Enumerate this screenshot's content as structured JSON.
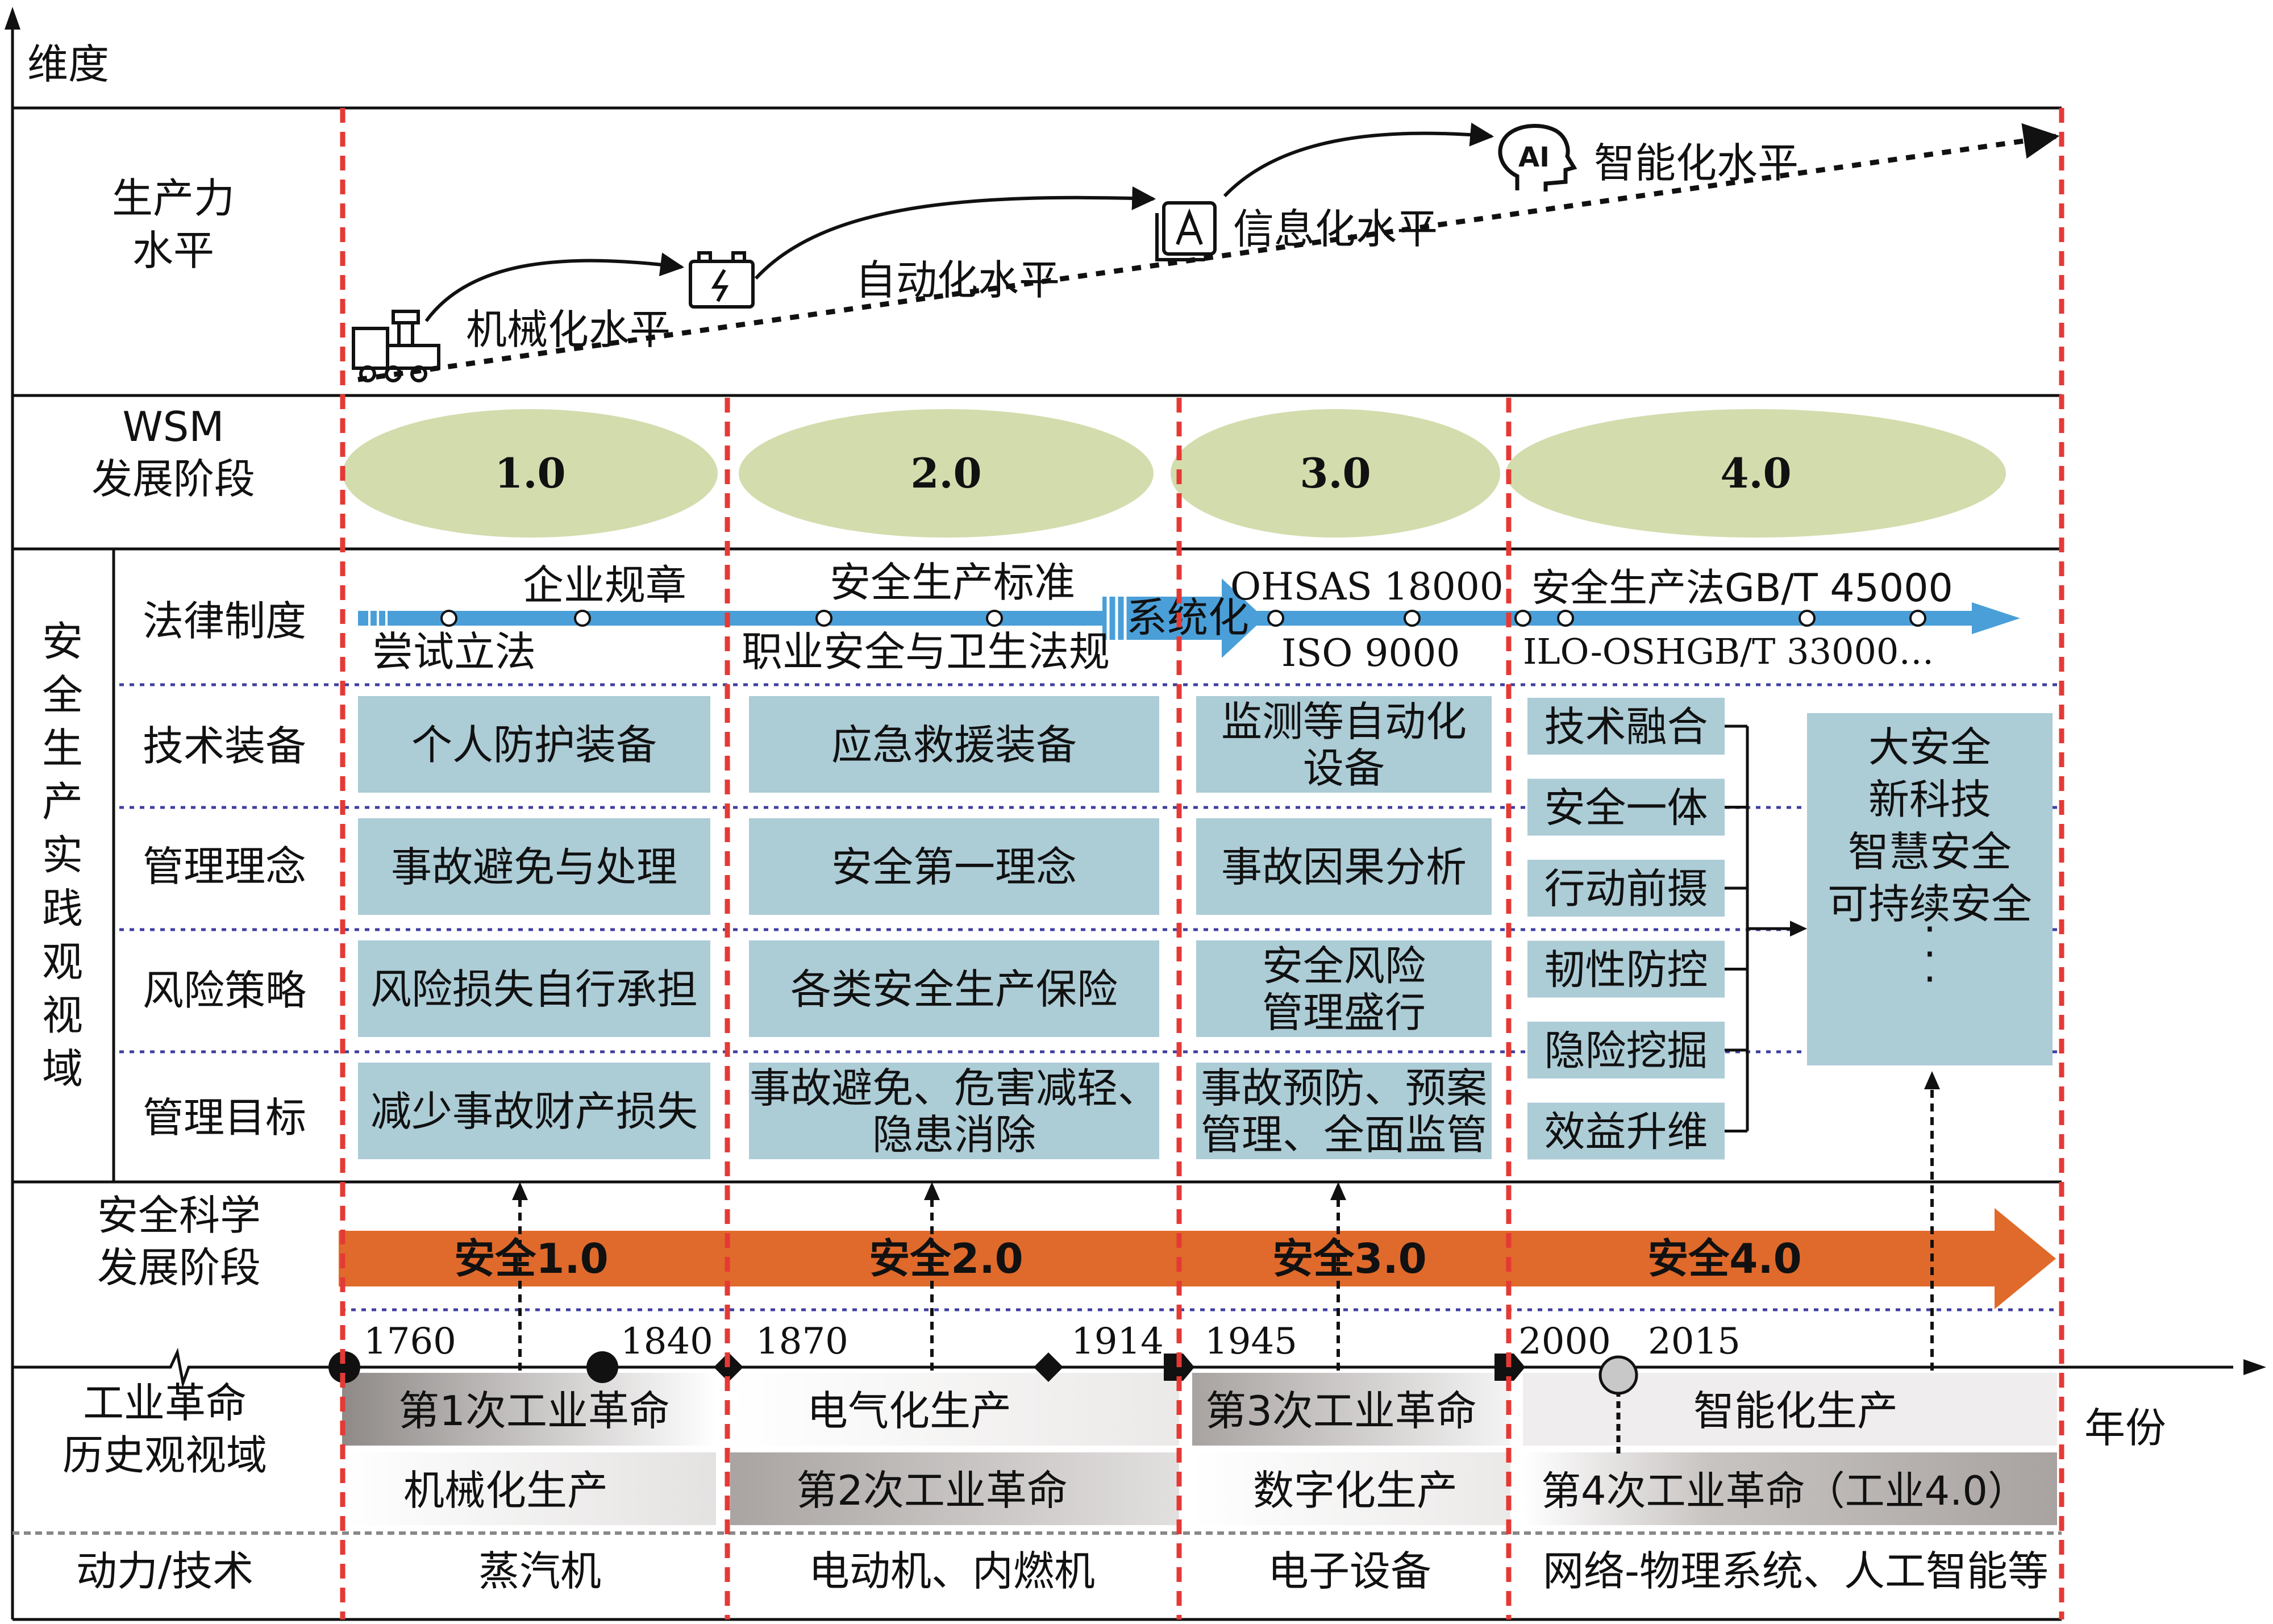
{
  "axis": {
    "y_label": "维度",
    "x_label": "年份"
  },
  "rows": {
    "productivity": "生产力\n水平",
    "wsm": "WSM\n发展阶段",
    "practice": "安全生产实践观视域",
    "science": "安全科学\n发展阶段",
    "industrial": "工业革命\n历史观视域",
    "power": "动力/技术"
  },
  "practice_rows": [
    "法律制度",
    "技术装备",
    "管理理念",
    "风险策略",
    "管理目标"
  ],
  "productivity_levels": [
    {
      "label": "机械化水平",
      "icon": "steam-train-icon"
    },
    {
      "label": "自动化水平",
      "icon": "battery-icon"
    },
    {
      "label": "信息化水平",
      "icon": "letter-a-icon"
    },
    {
      "label": "智能化水平",
      "icon": "ai-head-icon"
    }
  ],
  "wsm_stages": [
    "1.0",
    "2.0",
    "3.0",
    "4.0"
  ],
  "law": {
    "above": [
      "企业规章",
      "安全生产标准",
      "OHSAS 18000",
      "安全生产法GB/T 45000"
    ],
    "below": [
      "尝试立法",
      "职业安全与卫生法规",
      "ISO 9000",
      "ILO-OSHGB/T 33000…"
    ],
    "system_label": "系统化"
  },
  "equipment": [
    "个人防护装备",
    "应急救援装备",
    "监测等自动化\n设备"
  ],
  "concept": [
    "事故避免与处理",
    "安全第一理念",
    "事故因果分析"
  ],
  "risk": [
    "风险损失自行承担",
    "各类安全生产保险",
    "安全风险\n管理盛行"
  ],
  "target": [
    "减少事故财产损失",
    "事故避免、危害减轻、\n隐患消除",
    "事故预防、预案\n管理、全面监管"
  ],
  "stage4_items": [
    "技术融合",
    "安全一体",
    "行动前摄",
    "韧性防控",
    "隐险挖掘",
    "效益升维"
  ],
  "stage4_result": "大安全\n新科技\n智慧安全\n可持续安全\n·\n·\n·",
  "science_stages": [
    "安全1.0",
    "安全2.0",
    "安全3.0",
    "安全4.0"
  ],
  "years": [
    "1760",
    "1840",
    "1870",
    "1914",
    "1945",
    "2000",
    "2015"
  ],
  "industrial_top": [
    "第1次工业革命",
    "电气化生产",
    "第3次工业革命",
    "智能化生产"
  ],
  "industrial_bottom": [
    "机械化生产",
    "第2次工业革命",
    "数字化生产",
    "第4次工业革命（工业4.0）"
  ],
  "power": [
    "蒸汽机",
    "电动机、内燃机",
    "电子设备",
    "网络-物理系统、人工智能等"
  ],
  "colors": {
    "red_dash": "#e53935",
    "blue_dot": "#3f3fa0",
    "ellipse": "#d3dcad",
    "box": "#acccd6",
    "law_arrow": "#4a9fd8",
    "science_arrow": "#e06a2b",
    "gray_band": "#a8a3a1",
    "light_band": "#efeded"
  }
}
